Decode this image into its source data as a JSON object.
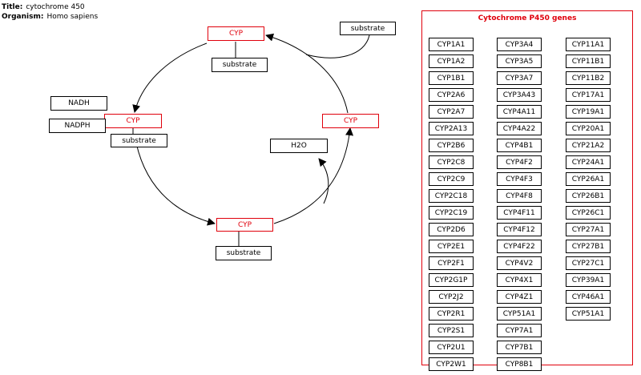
{
  "meta": {
    "title_label": "Title:",
    "title_value": "cytochrome 450",
    "organism_label": "Organism:",
    "organism_value": "Homo sapiens"
  },
  "diagram": {
    "cyp_top": "CYP",
    "cyp_left": "CYP",
    "cyp_right": "CYP",
    "cyp_bottom": "CYP",
    "substrate_top_right": "substrate",
    "substrate_top": "substrate",
    "substrate_left": "substrate",
    "substrate_bottom": "substrate",
    "nadh": "NADH",
    "nadph": "NADPH",
    "h2o": "H2O"
  },
  "colors": {
    "highlight": "#e0000c",
    "line": "#000000"
  },
  "genes_panel": {
    "title": "Cytochrome P450 genes",
    "columns": [
      [
        "CYP1A1",
        "CYP1A2",
        "CYP1B1",
        "CYP2A6",
        "CYP2A7",
        "CYP2A13",
        "CYP2B6",
        "CYP2C8",
        "CYP2C9",
        "CYP2C18",
        "CYP2C19",
        "CYP2D6",
        "CYP2E1",
        "CYP2F1",
        "CYP2G1P",
        "CYP2J2",
        "CYP2R1",
        "CYP2S1",
        "CYP2U1",
        "CYP2W1"
      ],
      [
        "CYP3A4",
        "CYP3A5",
        "CYP3A7",
        "CYP3A43",
        "CYP4A11",
        "CYP4A22",
        "CYP4B1",
        "CYP4F2",
        "CYP4F3",
        "CYP4F8",
        "CYP4F11",
        "CYP4F12",
        "CYP4F22",
        "CYP4V2",
        "CYP4X1",
        "CYP4Z1",
        "CYP51A1",
        "CYP7A1",
        "CYP7B1",
        "CYP8B1"
      ],
      [
        "CYP11A1",
        "CYP11B1",
        "CYP11B2",
        "CYP17A1",
        "CYP19A1",
        "CYP20A1",
        "CYP21A2",
        "CYP24A1",
        "CYP26A1",
        "CYP26B1",
        "CYP26C1",
        "CYP27A1",
        "CYP27B1",
        "CYP27C1",
        "CYP39A1",
        "CYP46A1",
        "CYP51A1"
      ]
    ]
  }
}
